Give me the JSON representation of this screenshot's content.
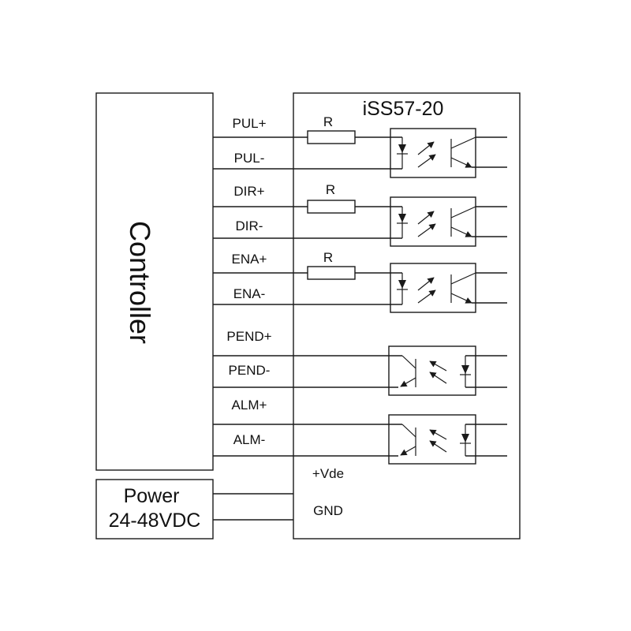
{
  "controller": {
    "label": "Controller"
  },
  "power": {
    "line1": "Power",
    "line2": "24-48VDC"
  },
  "driver": {
    "title": "iSS57-20"
  },
  "signals": [
    "PUL+",
    "PUL-",
    "DIR+",
    "DIR-",
    "ENA+",
    "ENA-",
    "PEND+",
    "PEND-",
    "ALM+",
    "ALM-"
  ],
  "resistor_label": "R",
  "power_terminals": {
    "vplus": "+Vde",
    "gnd": "GND"
  },
  "icons": {
    "input_optocoupler": "led-phototransistor-optocoupler-icon",
    "output_optocoupler": "phototransistor-led-optocoupler-icon",
    "resistor": "resistor-icon"
  }
}
